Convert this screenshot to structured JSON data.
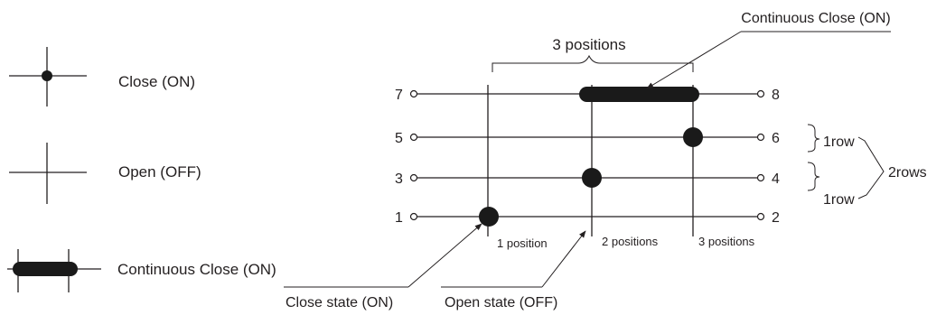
{
  "legend": {
    "close": "Close (ON)",
    "open": "Open (OFF)",
    "continuous": "Continuous Close (ON)"
  },
  "diagram": {
    "title_positions": "3 positions",
    "top_annotation": "Continuous Close (ON)",
    "left_terminals": [
      "7",
      "5",
      "3",
      "1"
    ],
    "right_terminals": [
      "8",
      "6",
      "4",
      "2"
    ],
    "position_labels": [
      "1 position",
      "2 positions",
      "3 positions"
    ],
    "row_label_upper": "1row",
    "row_label_lower": "1row",
    "rows_total": "2rows",
    "close_state": "Close state (ON)",
    "open_state": "Open state (OFF)"
  }
}
